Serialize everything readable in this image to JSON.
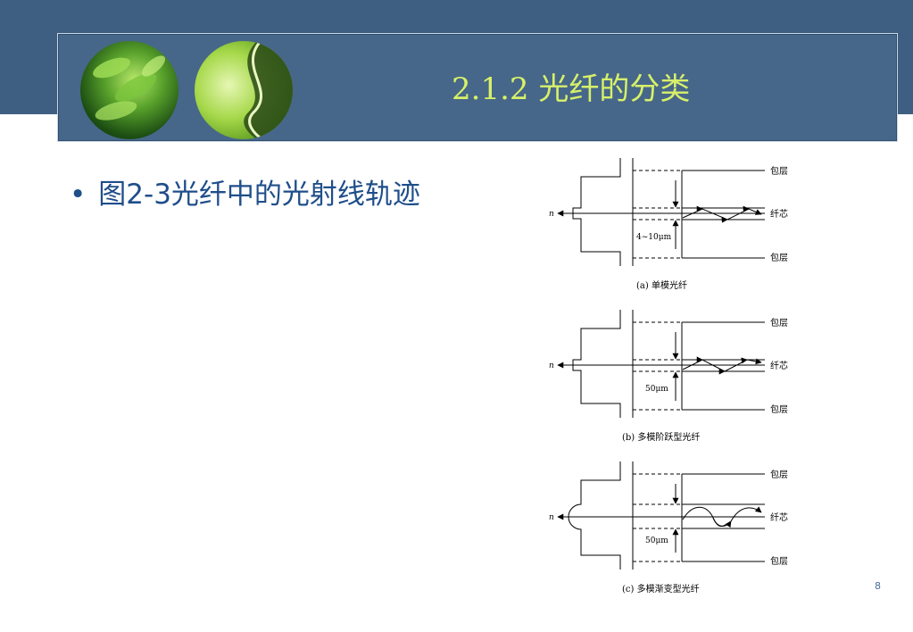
{
  "header": {
    "title": "2.1.2 光纤的分类"
  },
  "bullet": {
    "text": "图2-3光纤中的光射线轨迹"
  },
  "figure": {
    "panels": [
      {
        "clad_top": "包层",
        "core": "纤芯",
        "clad_bottom": "包层",
        "n": "n",
        "dim": "4~10μm",
        "caption": "(a)  单模光纤"
      },
      {
        "clad_top": "包层",
        "core": "纤芯",
        "clad_bottom": "包层",
        "n": "n",
        "dim": "50μm",
        "caption": "(b)  多模阶跃型光纤"
      },
      {
        "clad_top": "包层",
        "core": "纤芯",
        "clad_bottom": "包层",
        "n": "n",
        "dim": "50μm",
        "caption": "(c)  多模渐变型光纤"
      }
    ]
  },
  "footer": {
    "slide_number": "8"
  }
}
